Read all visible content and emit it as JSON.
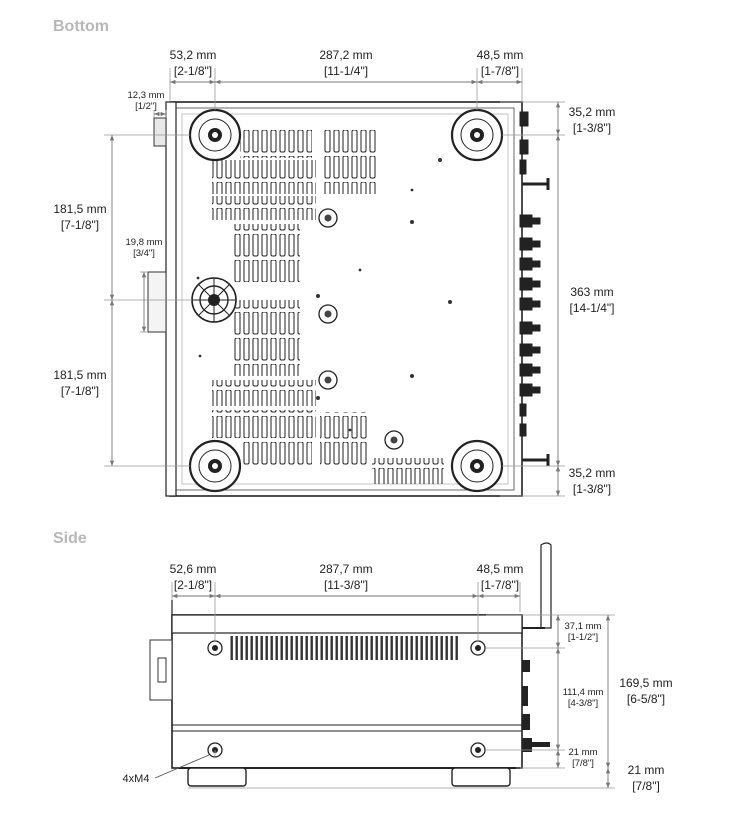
{
  "bottom": {
    "title": "Bottom",
    "dims": {
      "top_left": {
        "mm": "53,2 mm",
        "in": "[2-1/8\"]"
      },
      "top_mid": {
        "mm": "287,2 mm",
        "in": "[11-1/4\"]"
      },
      "top_right": {
        "mm": "48,5 mm",
        "in": "[1-7/8\"]"
      },
      "knob_depth": {
        "mm": "12,3 mm",
        "in": "[1/2\"]"
      },
      "left_upper": {
        "mm": "181,5 mm",
        "in": "[7-1/8\"]"
      },
      "knob_width": {
        "mm": "19,8 mm",
        "in": "[3/4\"]"
      },
      "left_lower": {
        "mm": "181,5 mm",
        "in": "[7-1/8\"]"
      },
      "right_top": {
        "mm": "35,2 mm",
        "in": "[1-3/8\"]"
      },
      "right_total": {
        "mm": "363 mm",
        "in": "[14-1/4\"]"
      },
      "right_bottom": {
        "mm": "35,2 mm",
        "in": "[1-3/8\"]"
      }
    }
  },
  "side": {
    "title": "Side",
    "dims": {
      "top_left": {
        "mm": "52,6 mm",
        "in": "[2-1/8\"]"
      },
      "top_mid": {
        "mm": "287,7 mm",
        "in": "[11-3/8\"]"
      },
      "top_right": {
        "mm": "48,5 mm",
        "in": "[1-7/8\"]"
      },
      "upper_offset": {
        "mm": "37,1 mm",
        "in": "[1-1/2\"]"
      },
      "hole_spacing": {
        "mm": "111,4 mm",
        "in": "[4-3/8\"]"
      },
      "lower_offset": {
        "mm": "21 mm",
        "in": "[7/8\"]"
      },
      "total_height": {
        "mm": "169,5 mm",
        "in": "[6-5/8\"]"
      },
      "feet_height": {
        "mm": "21 mm",
        "in": "[7/8\"]"
      }
    },
    "screw_label": "4xM4"
  }
}
